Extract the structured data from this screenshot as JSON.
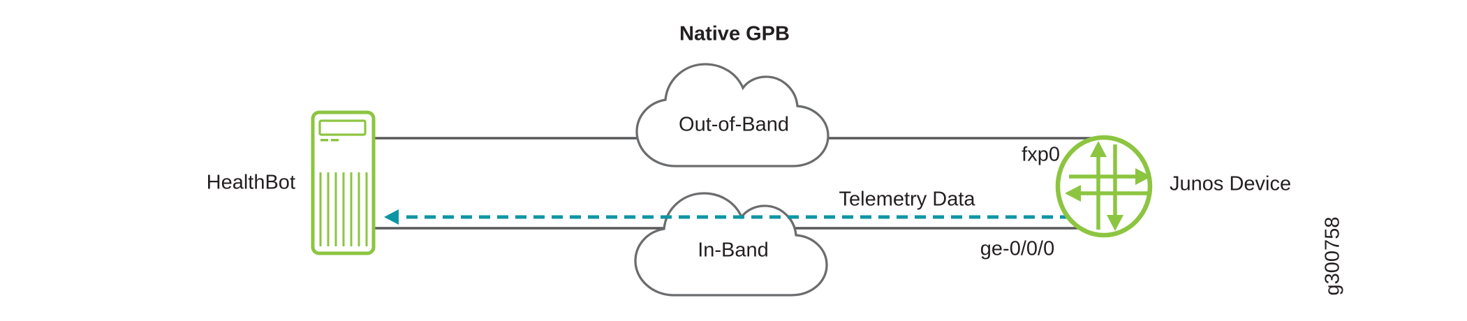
{
  "colors": {
    "green": "#8CC540",
    "teal": "#0E95A5",
    "line_gray": "#58595B",
    "cloud_gray": "#6B6C6E",
    "text": "#231F20",
    "bg": "#FFFFFF"
  },
  "nodes": {
    "healthbot": {
      "label": "HealthBot",
      "icon": "server-icon"
    },
    "junos": {
      "label": "Junos Device",
      "icon": "router-icon"
    }
  },
  "clouds": {
    "out_of_band": {
      "label": "Out-of-Band",
      "caption": "Native GPB"
    },
    "in_band": {
      "label": "In-Band"
    }
  },
  "links": {
    "oob": {
      "junos_interface": "fxp0"
    },
    "inband": {
      "junos_interface": "ge-0/0/0",
      "flow_label": "Telemetry Data",
      "flow_direction": "toward-healthbot"
    }
  },
  "figure_id": "g300758"
}
